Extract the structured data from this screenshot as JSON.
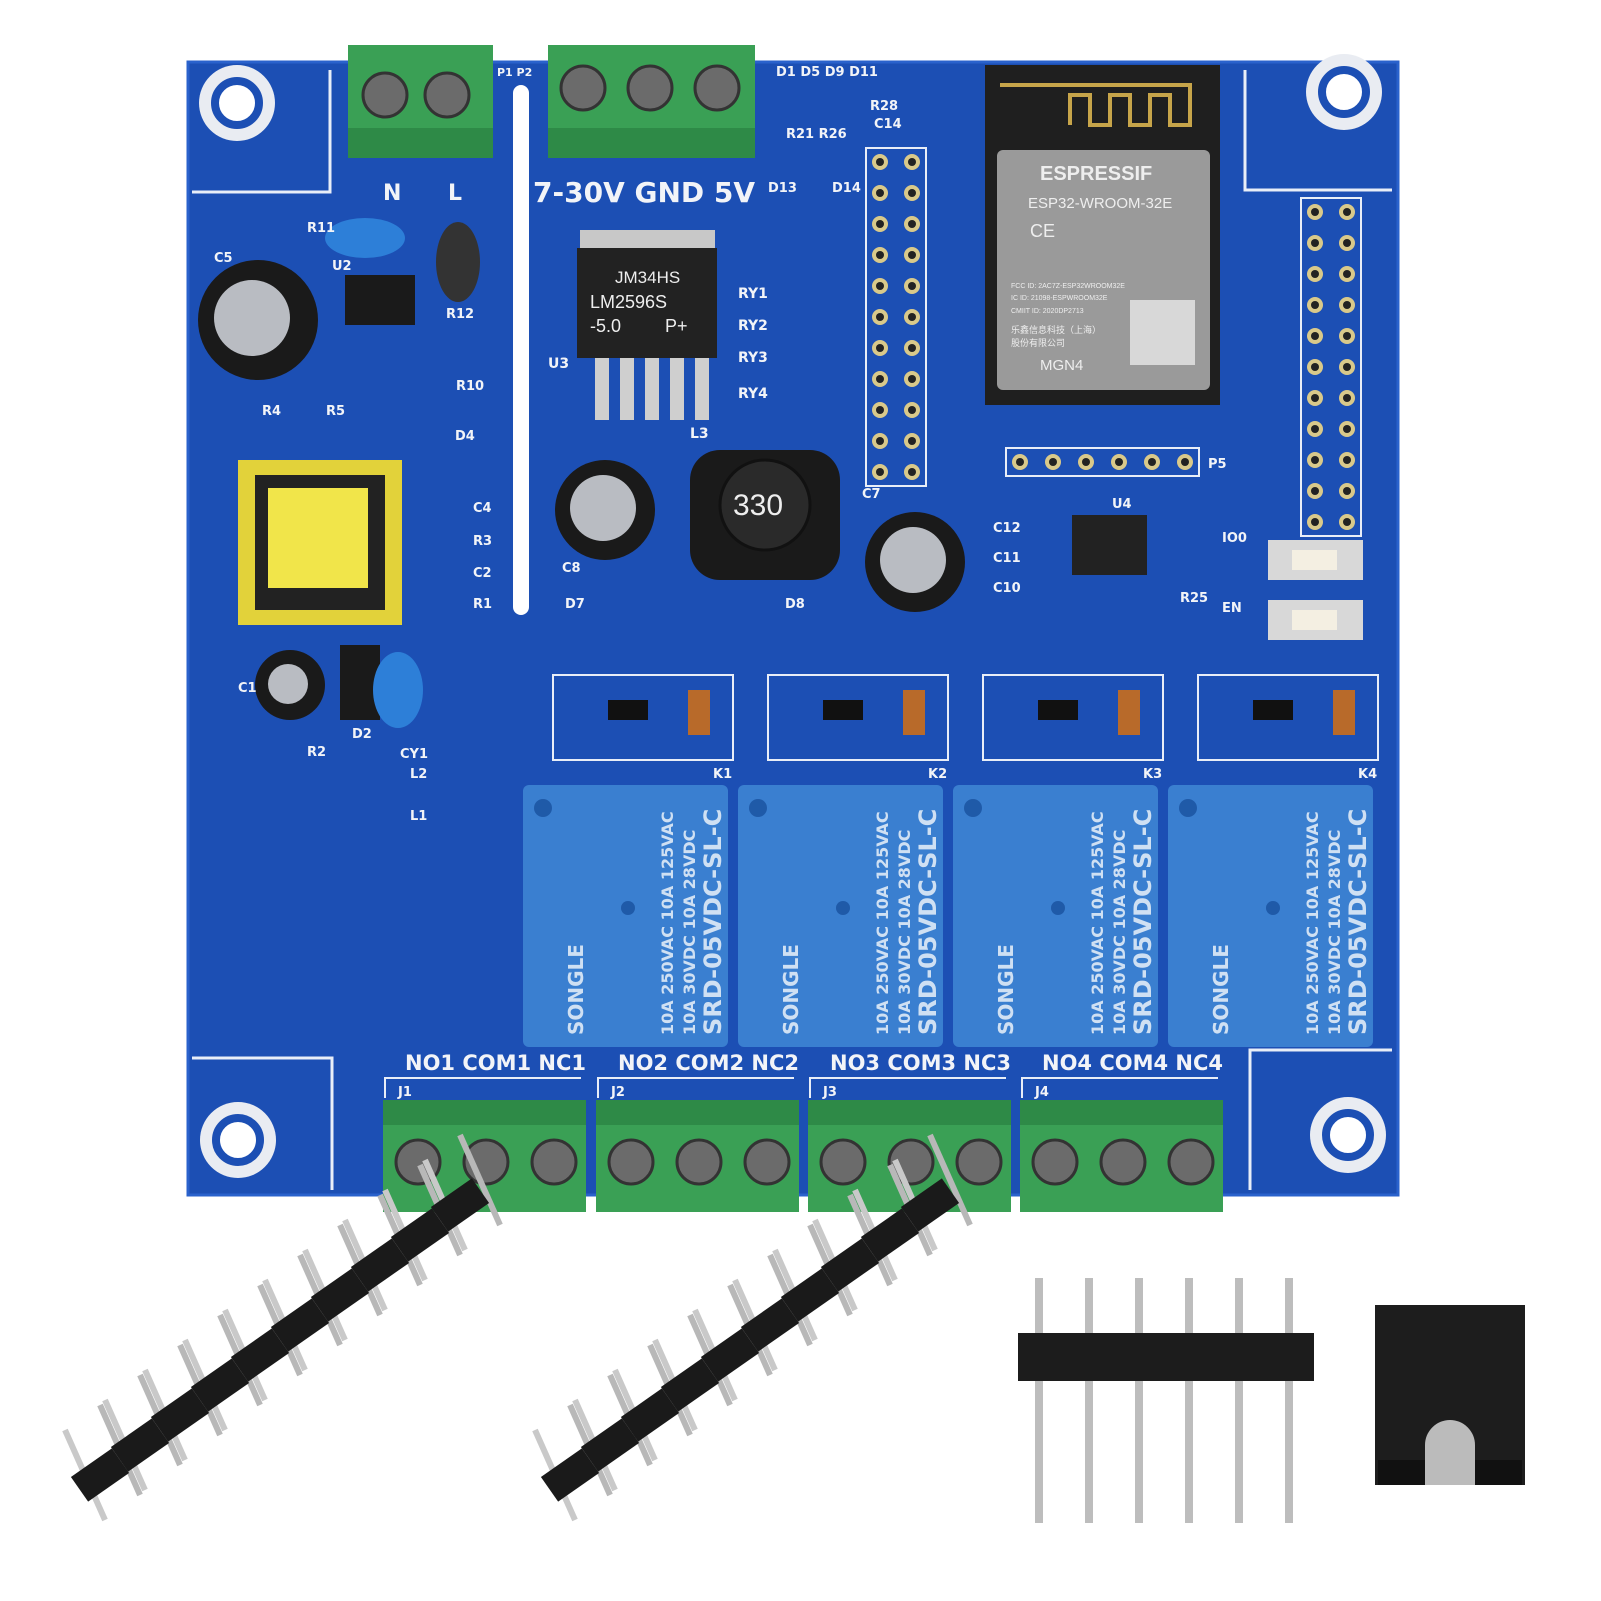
{
  "colors": {
    "pcb": "#1c4fb4",
    "pcb_dark": "#133f99",
    "relay": "#3a7fd0",
    "terminal": "#3aa055",
    "module": "#9a9a9a",
    "silkscreen": "#f2f4f8"
  },
  "top_terminals": {
    "left_labels": [
      "N",
      "L"
    ],
    "pin_labels": "P1 P2",
    "right_label": "7-30V GND 5V"
  },
  "regulator": {
    "line1": "JM34HS",
    "line2": "LM2596S",
    "line3": "-5.0",
    "line4": "P+",
    "designator": "U3",
    "inductor": "330",
    "inductor_designator": "L3"
  },
  "ry_labels": [
    "RY1",
    "RY2",
    "RY3",
    "RY4"
  ],
  "esp_module": {
    "brand": "ESPRESSIF",
    "model": "ESP32-WROOM-32E",
    "ce": "CE",
    "fcc": "FCC ID: 2AC7Z-ESP32WROOM32E",
    "ic": "IC ID: 21098-ESPWROOM32E",
    "cmiit": "CMIIT ID: 2020DP2713",
    "maker_cn": "乐鑫信息科技（上海）",
    "maker_cn2": "股份有限公司",
    "lot": "MGN4"
  },
  "silk_labels": [
    "C5",
    "R11",
    "U2",
    "R12",
    "R10",
    "R4",
    "R5",
    "D4",
    "C4",
    "R3",
    "C2",
    "R1",
    "C1",
    "D2",
    "CY1",
    "R2",
    "L2",
    "L1",
    "C8",
    "D7",
    "D8",
    "C7",
    "C12",
    "C11",
    "C10",
    "U4",
    "R25",
    "IO0",
    "EN",
    "P5",
    "D1 D5 D9 D11",
    "R28",
    "C14",
    "R21 R26",
    "D13",
    "D14"
  ],
  "relays": [
    {
      "brand": "SONGLE",
      "rating1": "10A 250VAC  10A 125VAC",
      "rating2": "10A 30VDC  10A 28VDC",
      "model": "SRD-05VDC-SL-C",
      "k": "K1"
    },
    {
      "brand": "SONGLE",
      "rating1": "10A 250VAC  10A 125VAC",
      "rating2": "10A 30VDC  10A 28VDC",
      "model": "SRD-05VDC-SL-C",
      "k": "K2"
    },
    {
      "brand": "SONGLE",
      "rating1": "10A 250VAC  10A 125VAC",
      "rating2": "10A 30VDC  10A 28VDC",
      "model": "SRD-05VDC-SL-C",
      "k": "K3"
    },
    {
      "brand": "SONGLE",
      "rating1": "10A 250VAC  10A 125VAC",
      "rating2": "10A 30VDC  10A 28VDC",
      "model": "SRD-05VDC-SL-C",
      "k": "K4"
    }
  ],
  "channels": [
    {
      "j": "J1",
      "labels": "NO1  COM1  NC1"
    },
    {
      "j": "J2",
      "labels": "NO2  COM2  NC2"
    },
    {
      "j": "J3",
      "labels": "NO3  COM3  NC3"
    },
    {
      "j": "J4",
      "labels": "NO4  COM4  NC4"
    }
  ],
  "accessories": [
    "pin-header-2x10",
    "pin-header-2x10",
    "pin-header-1x6",
    "jumper-cap"
  ]
}
